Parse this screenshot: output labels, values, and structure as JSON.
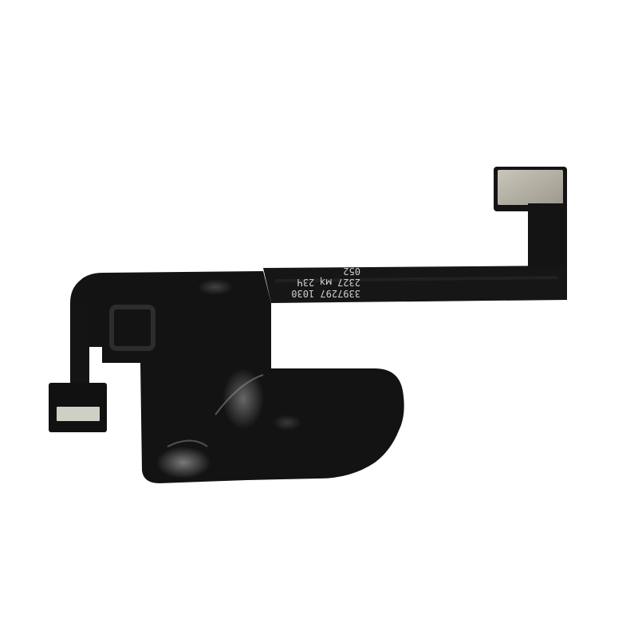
{
  "photo": {
    "subject": "flex-cable-part",
    "colors": {
      "background": "#ffffff",
      "flex_body": "#141414",
      "flex_highlight": "#2a2a2a",
      "connector_pad": "#b8b4a8",
      "connector_pad_dark": "#8e8a80",
      "smudge": "#d6d6d6"
    },
    "printed_text": {
      "line1": "3397297 1030",
      "line2": "2327 мʞ 23Ч",
      "line3": "052"
    }
  }
}
